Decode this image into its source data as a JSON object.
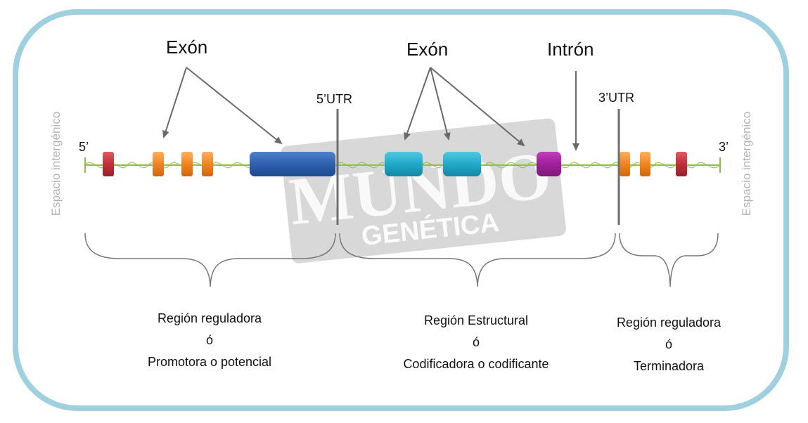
{
  "labels": {
    "exon_left": "Exón",
    "exon_right": "Exón",
    "intron": "Intrón",
    "utr5": "5’UTR",
    "utr3": "3’UTR",
    "end5": "5’",
    "end3": "3’",
    "intergenic_left": "Espacio intergénico",
    "intergenic_right": "Espacio intergénico"
  },
  "regions": {
    "regulatory_promoter": {
      "line1": "Región reguladora",
      "line2": "ó",
      "line3": "Promotora o potencial"
    },
    "structural": {
      "line1": "Región Estructural",
      "line2": "ó",
      "line3": "Codificadora o codificante"
    },
    "regulatory_terminator": {
      "line1": "Región reguladora",
      "line2": "ó",
      "line3": "Terminadora"
    }
  },
  "watermark": {
    "line1": "MUNDO",
    "line2": "GENÉTICA"
  },
  "colors": {
    "frame_border": "#9fd0df",
    "dna_line": "#8fbf4a",
    "red_block": "#c0303a",
    "orange_block": "#f0841f",
    "blue_block": "#2f5fae",
    "teal_block": "#21a9c8",
    "purple_block": "#a0209a",
    "divider": "#6f6f6f",
    "arrow": "#6a6a6a"
  }
}
